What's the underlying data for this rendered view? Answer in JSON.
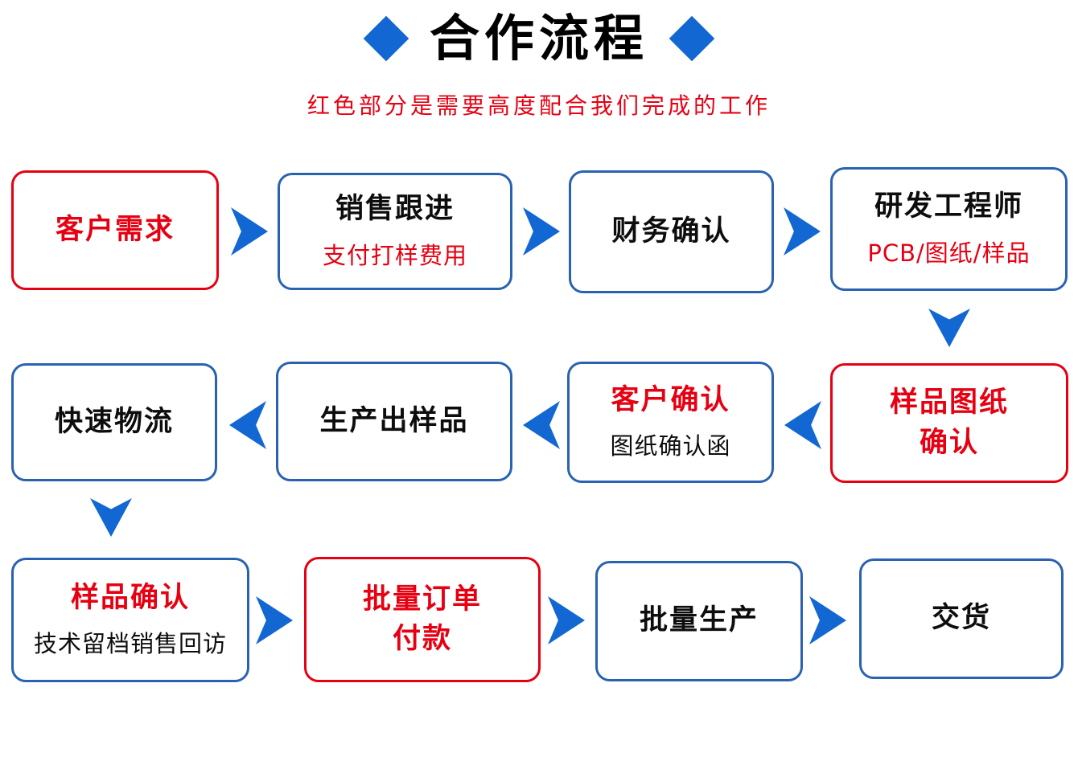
{
  "title": "合作流程",
  "subtitle": "红色部分是需要高度配合我们完成的工作",
  "colors": {
    "arrow_blue": "#1267d2",
    "box_border_blue": "#2a62b2",
    "highlight_red": "#e60012",
    "text_black": "#0d0d0d",
    "background": "#ffffff"
  },
  "icons": {
    "title_left": "diamond-icon",
    "title_right": "diamond-icon",
    "flow_arrow": "chevron-arrow-icon"
  },
  "flow": {
    "row1": {
      "direction": "right",
      "boxes": [
        {
          "main": "客户需求"
        },
        {
          "main": "销售跟进",
          "sub": "支付打样费用"
        },
        {
          "main": "财务确认"
        },
        {
          "main": "研发工程师",
          "sub": "PCB/图纸/样品"
        }
      ]
    },
    "row2": {
      "direction": "left",
      "boxes": [
        {
          "main": "快速物流"
        },
        {
          "main": "生产出样品"
        },
        {
          "main": "客户确认",
          "sub": "图纸确认函"
        },
        {
          "main": "样品图纸",
          "main2": "确认"
        }
      ]
    },
    "row3": {
      "direction": "right",
      "boxes": [
        {
          "main": "样品确认",
          "sub": "技术留档销售回访"
        },
        {
          "main": "批量订单",
          "main2": "付款"
        },
        {
          "main": "批量生产"
        },
        {
          "main": "交货"
        }
      ]
    }
  }
}
